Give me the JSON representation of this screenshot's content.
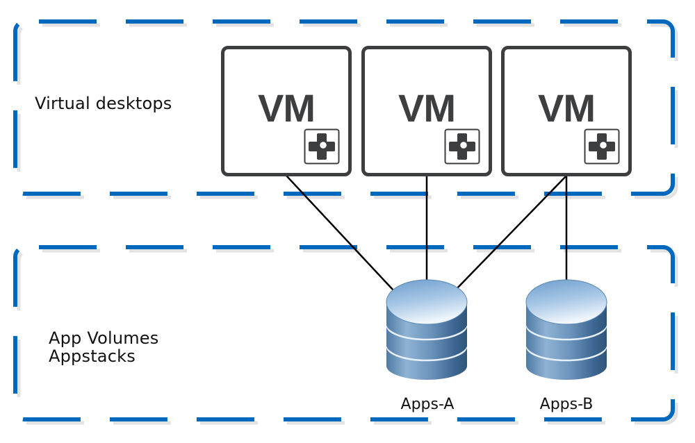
{
  "diagram": {
    "groups": [
      {
        "id": "virtual-desktops",
        "label": "Virtual desktops"
      },
      {
        "id": "app-volumes",
        "label_lines": [
          "App Volumes",
          "Appstacks"
        ]
      }
    ],
    "vms": [
      {
        "id": "vm-1",
        "label": "VM",
        "icon": "app-volumes-agent-icon"
      },
      {
        "id": "vm-2",
        "label": "VM",
        "icon": "app-volumes-agent-icon"
      },
      {
        "id": "vm-3",
        "label": "VM",
        "icon": "app-volumes-agent-icon"
      }
    ],
    "appstacks": [
      {
        "id": "apps-a",
        "label": "Apps-A",
        "icon": "database-icon"
      },
      {
        "id": "apps-b",
        "label": "Apps-B",
        "icon": "database-icon"
      }
    ],
    "connections": [
      {
        "from": "vm-1",
        "to": "apps-a"
      },
      {
        "from": "vm-2",
        "to": "apps-a"
      },
      {
        "from": "vm-3",
        "to": "apps-a"
      },
      {
        "from": "vm-3",
        "to": "apps-b"
      }
    ],
    "colors": {
      "group_border": "#0068bd",
      "group_border_shadow": "#e2e2e2",
      "vm_border": "#3d3e40",
      "connector": "#000000",
      "label_text": "#111111"
    }
  }
}
